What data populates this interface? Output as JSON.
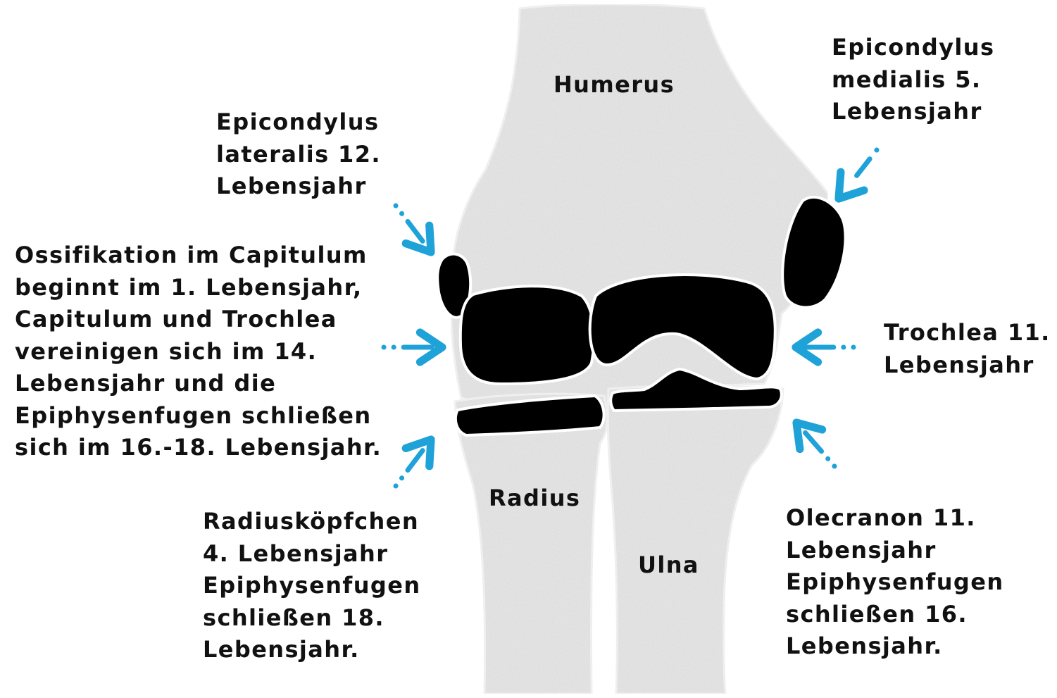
{
  "colors": {
    "bone_fill": "#e6e6e6",
    "ossification_center": "#000000",
    "arrow": "#1ea2d8",
    "text": "#111111"
  },
  "bones": {
    "humerus": "Humerus",
    "radius": "Radius",
    "ulna": "Ulna"
  },
  "annotations": {
    "epicondylus_medialis": [
      "Epicondylus",
      "medialis 5.",
      "Lebensjahr"
    ],
    "epicondylus_lateralis": [
      "Epicondylus",
      "lateralis 12.",
      "Lebensjahr"
    ],
    "capitulum": [
      "Ossifikation im Capitulum",
      "beginnt im 1. Lebensjahr,",
      "Capitulum und Trochlea",
      "vereinigen sich im 14.",
      "Lebensjahr und die",
      "Epiphysenfugen schließen",
      "sich im 16.-18. Lebensjahr."
    ],
    "trochlea": [
      "Trochlea 11.",
      "Lebensjahr"
    ],
    "radiuskoepfchen": [
      "Radiusköpfchen",
      "4. Lebensjahr",
      "Epiphysenfugen",
      "schließen 18.",
      "Lebensjahr."
    ],
    "olecranon": [
      "Olecranon 11.",
      "Lebensjahr",
      "Epiphysenfugen",
      "schließen 16.",
      "Lebensjahr."
    ]
  }
}
